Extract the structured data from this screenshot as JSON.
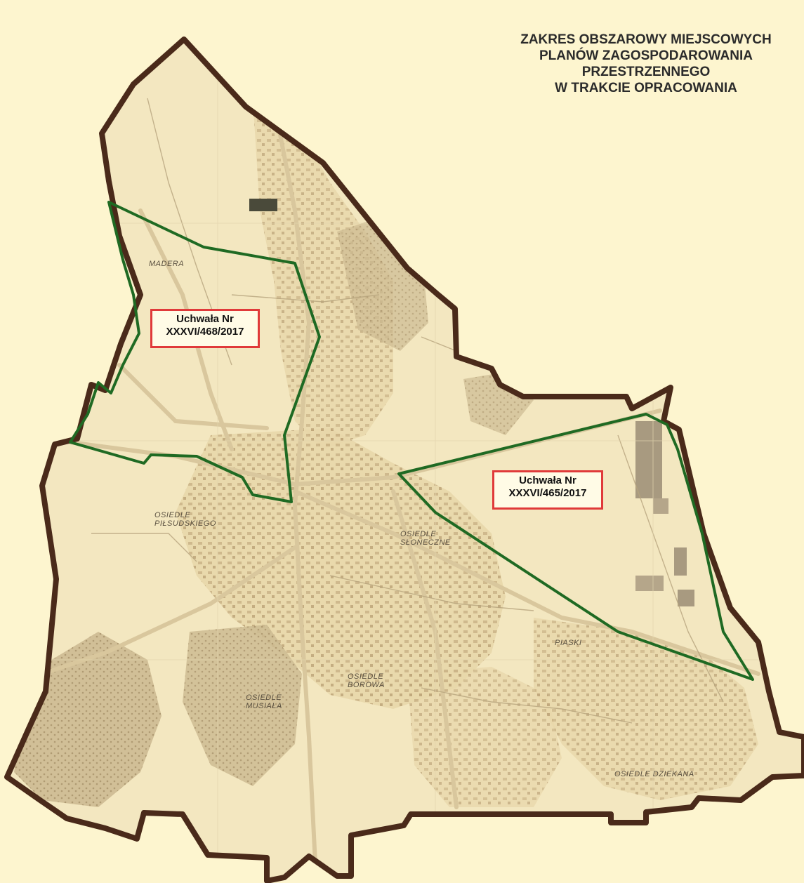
{
  "title_lines": [
    "ZAKRES OBSZAROWY MIEJSCOWYCH",
    "PLANÓW ZAGOSPODAROWANIA",
    "PRZESTRZENNEGO",
    "W TRAKCIE OPRACOWANIA"
  ],
  "plan_labels": {
    "west": [
      "Uchwała Nr",
      "XXXVI/468/2017"
    ],
    "east": [
      "Uchwała Nr",
      "XXXVI/465/2017"
    ]
  },
  "places": {
    "madera": "MADERA",
    "pilsudskiego": [
      "OSIEDLE",
      "PIŁSUDSKIEGO"
    ],
    "sloneczne": [
      "OSIEDLE",
      "SŁONECZNE"
    ],
    "borowa": [
      "OSIEDLE",
      "BOROWA"
    ],
    "musiala": [
      "OSIEDLE",
      "MUSIAŁA"
    ],
    "piaski": "PIASKI",
    "dziekana": "OSIEDLE DZIEKANA"
  },
  "colors": {
    "background": "#fdf5cf",
    "map_fill": "#f3e7c0",
    "city_boundary": "#4a2a1a",
    "plan_boundary": "#1f6a23",
    "label_border": "#e03a3a"
  }
}
